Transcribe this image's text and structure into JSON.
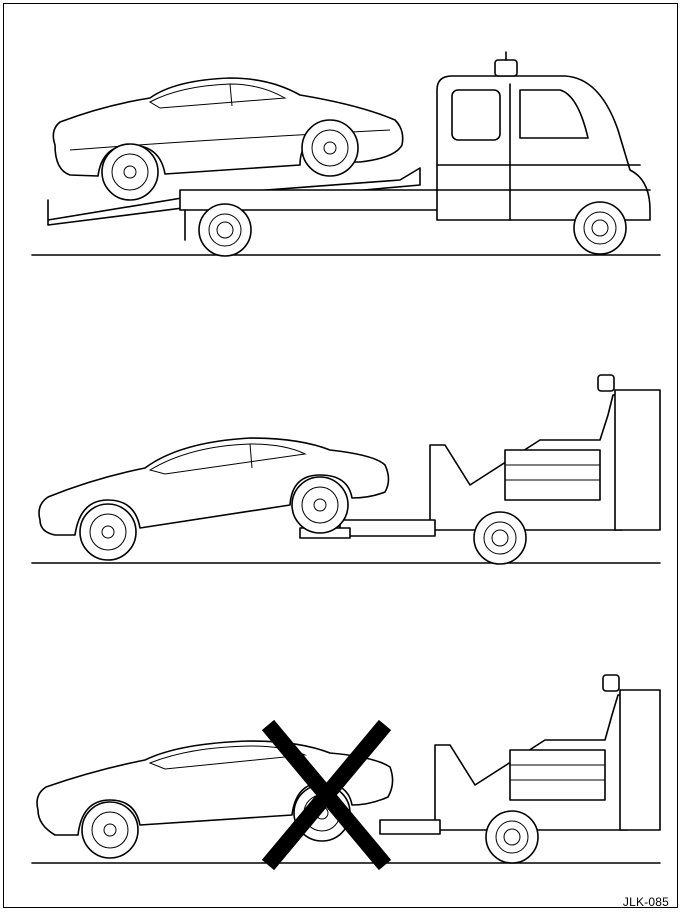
{
  "figure_code": "JLK-085",
  "scenes": [
    {
      "id": "flatbed",
      "description_key": "car-on-flatbed-truck",
      "allowed": true
    },
    {
      "id": "rear-lift",
      "description_key": "car-towed-rear-wheels-lifted",
      "allowed": true
    },
    {
      "id": "front-lift",
      "description_key": "car-towed-front-wheels-lifted",
      "allowed": false
    }
  ],
  "colors": {
    "ink": "#000000",
    "paper": "#ffffff"
  },
  "icons": {
    "prohibited": "cross-mark-icon"
  }
}
